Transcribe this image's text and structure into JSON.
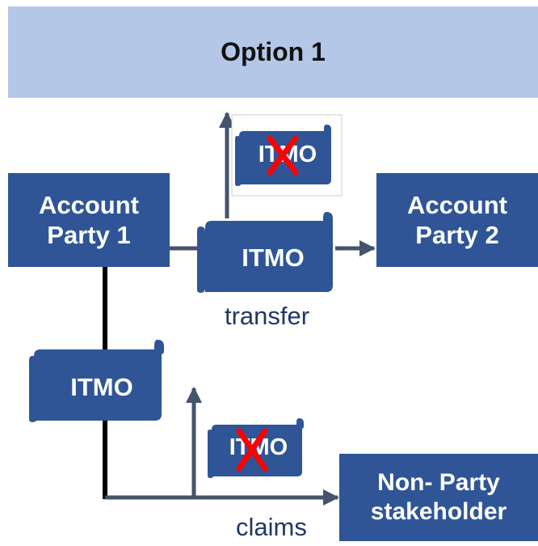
{
  "header": {
    "title": "Option 1"
  },
  "boxes": {
    "account_party_1": {
      "line1": "Account",
      "line2": "Party 1"
    },
    "account_party_2": {
      "line1": "Account",
      "line2": "Party 2"
    },
    "non_party": {
      "line1": "Non- Party",
      "line2": "stakeholder"
    }
  },
  "scrolls": {
    "transfer_itmo": "ITMO",
    "crossed_top_itmo": "ITMO",
    "claims_itmo": "ITMO",
    "crossed_bottom_itmo": "ITMO"
  },
  "captions": {
    "transfer": "transfer",
    "claims": "claims"
  },
  "colors": {
    "header_bg": "#b4c7e7",
    "box_fill": "#2f5597",
    "arrow": "#44546a",
    "cross": "#ff0000",
    "caption": "#1f3864"
  }
}
